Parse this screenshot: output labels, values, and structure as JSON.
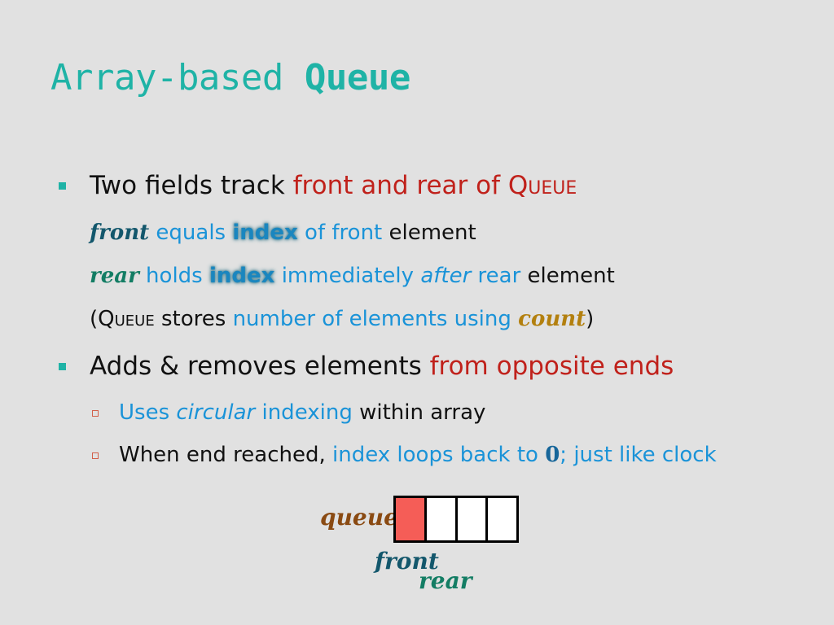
{
  "title": {
    "plain": "Array-based ",
    "bold": "Queue"
  },
  "bullets": [
    {
      "text": "Two fields track ",
      "red": "front and rear of ",
      "red_sc": "Queue",
      "details": [
        {
          "var": "front",
          "t1": " equals ",
          "hl": "index",
          "t2": " of front",
          "t3": " element"
        },
        {
          "var": "rear",
          "t1": " holds ",
          "hl": "index",
          "t2": " immediately ",
          "t2_it": "after",
          "t3": " rear",
          "t4": " element"
        },
        {
          "p1": "(",
          "sc": "Queue",
          "p2": " stores ",
          "blue": "number of elements using ",
          "count": "count",
          "p3": ")"
        }
      ]
    },
    {
      "text": "Adds & removes elements ",
      "red": "from opposite ends",
      "subs": [
        {
          "b1": "Uses ",
          "b_it": "circular",
          "b2": " indexing",
          "t": " within array"
        },
        {
          "t": "When end reached, ",
          "b1": "index loops back to ",
          "zero": "0",
          "b2": "; just like clock"
        }
      ]
    }
  ],
  "diagram": {
    "array_label": "queue",
    "front_label": "front",
    "rear_label": "rear",
    "cells": [
      "filled",
      "empty",
      "empty",
      "empty"
    ],
    "filled_color": "#f55d57"
  }
}
